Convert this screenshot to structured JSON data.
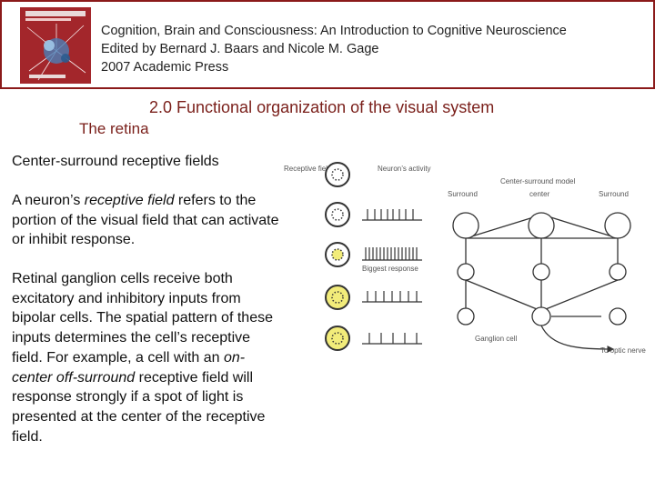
{
  "header": {
    "line1": "Cognition, Brain and Consciousness: An Introduction to Cognitive Neuroscience",
    "line2": "Edited by Bernard J. Baars and Nicole M. Gage",
    "line3": "2007 Academic Press"
  },
  "slide": {
    "title": "2.0 Functional organization of the visual system",
    "subtitle": "The retina",
    "heading": "Center-surround receptive fields",
    "p1": {
      "before": "A neuron’s ",
      "italic": "receptive field",
      "after": " refers to the portion of the visual field that can activate or inhibit response."
    },
    "p2": {
      "before": "Retinal ganglion cells receive both excitatory and inhibitory inputs from bipolar cells. The spatial pattern of these inputs determines the cell’s receptive field. For example, a cell with an ",
      "italic": "on-center off-surround",
      "after": " receptive field will response strongly if a spot of light is presented at the center of the receptive field."
    }
  },
  "figure": {
    "receptive_field_label": "Receptive field",
    "activity_label": "Neuron’s activity",
    "model_label": "Center-surround model",
    "surround_left": "Surround",
    "center": "center",
    "surround_right": "Surround",
    "biggest_response": "Biggest response",
    "ganglion_cell": "Ganglion cell",
    "optic_nerve": "To optic nerve",
    "colors": {
      "light_spot": "#f2ec7a",
      "accent": "#7a1f1a",
      "border": "#8b1a1a"
    }
  }
}
